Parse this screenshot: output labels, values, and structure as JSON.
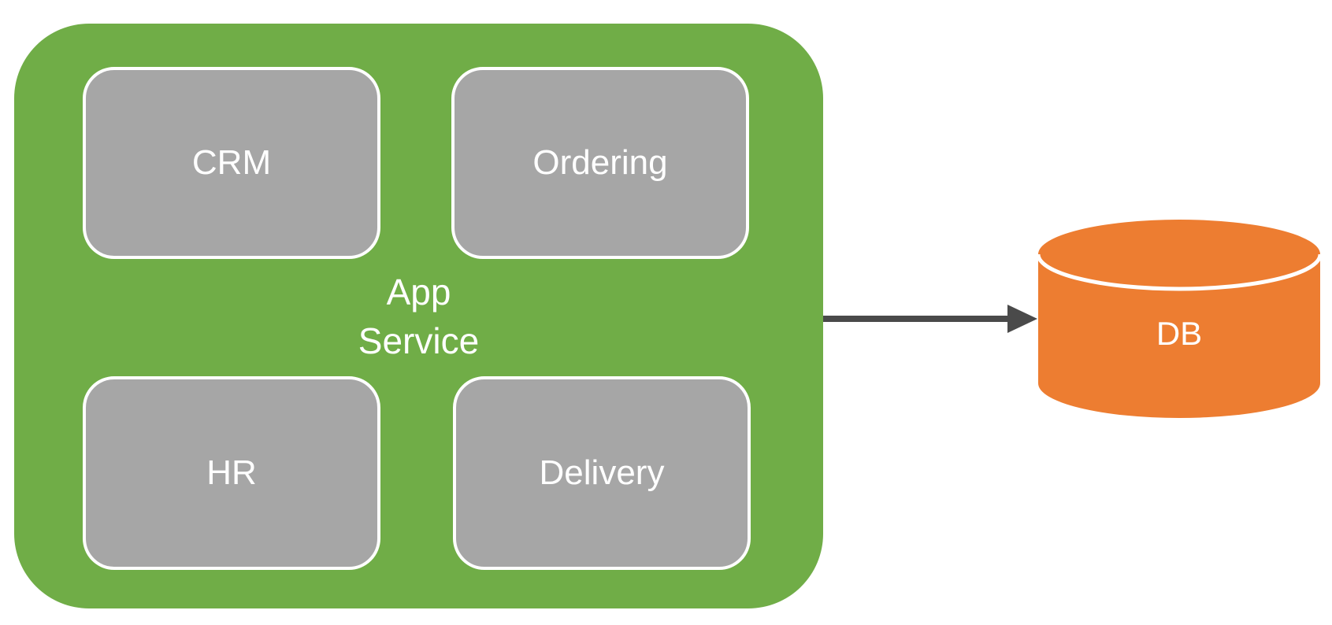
{
  "app_service": {
    "label_lines": [
      "App",
      "Service"
    ],
    "services": [
      {
        "label": "CRM"
      },
      {
        "label": "Ordering"
      },
      {
        "label": "HR"
      },
      {
        "label": "Delivery"
      }
    ]
  },
  "database": {
    "label": "DB"
  },
  "connector": {
    "type": "arrow-right"
  },
  "colors": {
    "app_service_fill": "#70AD47",
    "service_box_fill": "#A6A6A6",
    "service_box_border": "#FFFFFF",
    "database_fill": "#ED7D31",
    "database_divider": "#FFFFFF",
    "connector": "#4A4A4A",
    "label_text": "#FFFFFF",
    "background": "#FFFFFF"
  }
}
